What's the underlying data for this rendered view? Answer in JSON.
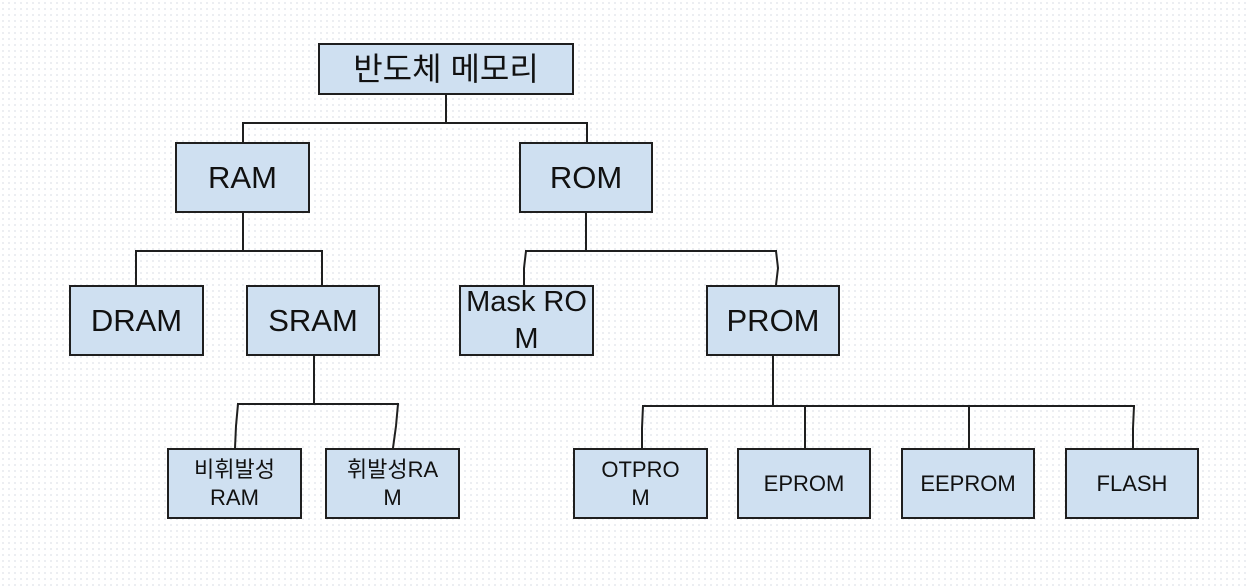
{
  "title": "반도체 메모리",
  "nodes": {
    "ram": "RAM",
    "rom": "ROM",
    "dram": "DRAM",
    "sram": "SRAM",
    "mask_rom": "Mask ROM",
    "prom": "PROM",
    "nonvolatile_ram": "비휘발성RAM",
    "volatile_ram": "휘발성RAM",
    "otprom": "OTPROM",
    "eprom": "EPROM",
    "eeprom": "EEPROM",
    "flash": "FLASH"
  },
  "colors": {
    "box_fill": "#cfe0f1",
    "box_border": "#1f1f1f",
    "connector": "#1f1f1f"
  }
}
